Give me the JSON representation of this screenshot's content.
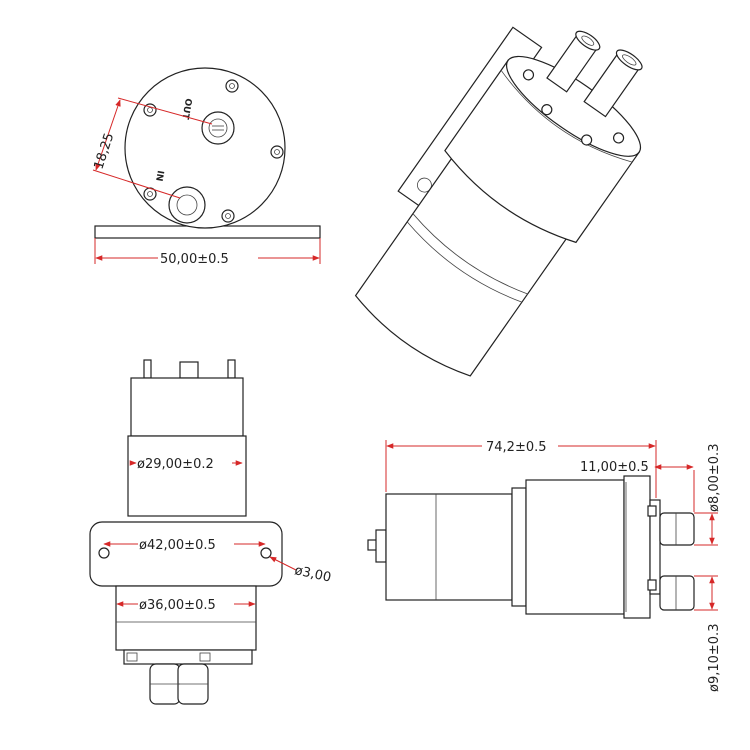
{
  "dimensions": {
    "front_width": "50,00±0.5",
    "front_offset": "18,25",
    "body_dia": "ø29,00±0.2",
    "mount_spacing": "ø42,00±0.5",
    "hole_dia": "ø3,00",
    "flange_dia": "ø36,00±0.5",
    "overall_length": "74,2±0.5",
    "port_length": "11,00±0.5",
    "port_dia_out": "ø8,00±0.3",
    "port_dia_in": "ø9,10±0.3"
  },
  "port_labels": {
    "out": "OUT",
    "in": "IN"
  },
  "colors": {
    "dimension": "#d62828",
    "outline": "#222222"
  }
}
